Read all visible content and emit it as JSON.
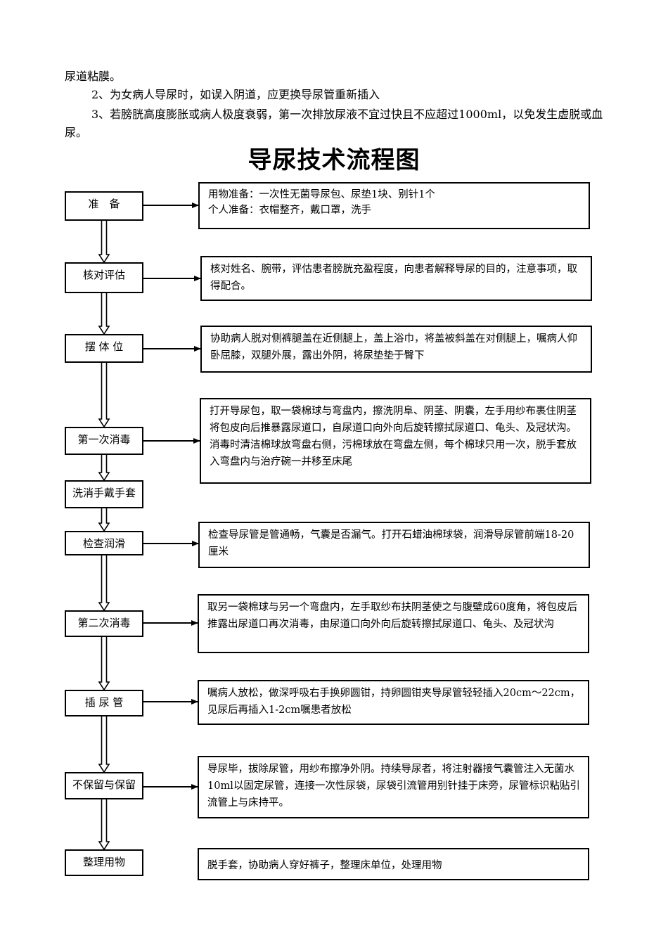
{
  "intro": {
    "line1": "尿道粘膜。",
    "line2": "2、为女病人导尿时，如误入阴道，应更换导尿管重新插入",
    "line3": "3、若膀胱高度膨胀或病人极度衰弱，第一次排放尿液不宜过快且不应超过1000ml，以免发生虚脱或血尿。"
  },
  "title": "导尿技术流程图",
  "steps": [
    {
      "label": "准　备",
      "desc": "用物准备：一次性无菌导尿包、尿垫1块、别针1个\n个人准备：衣帽整齐，戴口罩，洗手"
    },
    {
      "label": "核对评估",
      "desc": "核对姓名、腕带，评估患者膀胱充盈程度，向患者解释导尿的目的，注意事项，取得配合。"
    },
    {
      "label": "摆 体 位",
      "desc": "协助病人脱对侧裤腿盖在近侧腿上，盖上浴巾，将盖被斜盖在对侧腿上，嘱病人仰卧屈膝，双腿外展，露出外阴，将尿垫垫于臀下"
    },
    {
      "label": "第一次消毒",
      "desc": "打开导尿包，取一袋棉球与弯盘内，擦洗阴阜、阴茎、阴囊，左手用纱布裹住阴茎将包皮向后推暴露尿道口，自尿道口向外向后旋转擦拭尿道口、龟头、及冠状沟。消毒时清洁棉球放弯盘右侧，污棉球放在弯盘左侧，每个棉球只用一次，脱手套放入弯盘内与治疗碗一并移至床尾"
    },
    {
      "label": "洗消手戴手套",
      "desc": ""
    },
    {
      "label": "检查润滑",
      "desc": "检查导尿管是管通畅，气囊是否漏气。打开石蜡油棉球袋，润滑导尿管前端18-20厘米"
    },
    {
      "label": "第二次消毒",
      "desc": "取另一袋棉球与另一个弯盘内，左手取纱布扶阴茎使之与腹壁成60度角，将包皮后推露出尿道口再次消毒，由尿道口向外向后旋转擦拭尿道口、龟头、及冠状沟"
    },
    {
      "label": "插 尿 管",
      "desc": "嘱病人放松，做深呼吸右手换卵圆钳，持卵圆钳夹导尿管轻轻插入20cm～22cm，见尿后再插入1-2cm嘱患者放松"
    },
    {
      "label": "不保留与保留",
      "desc": "导尿毕，拔除尿管，用纱布擦净外阴。持续导尿者，将注射器接气囊管注入无菌水10ml以固定尿管，连接一次性尿袋，尿袋引流管用别针挂于床旁，尿管标识粘贴引流管上与床持平。"
    },
    {
      "label": "整理用物",
      "desc": "脱手套，协助病人穿好裤子，整理床单位，处理用物"
    }
  ]
}
